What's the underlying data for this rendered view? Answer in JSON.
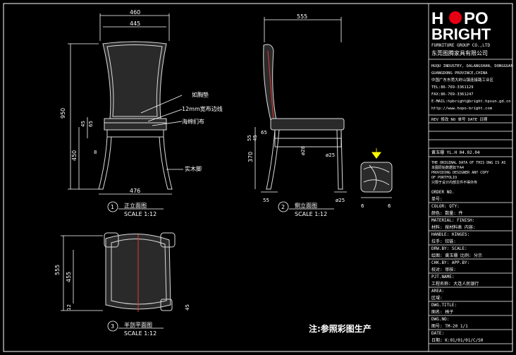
{
  "brand": {
    "logo_part1": "H",
    "logo_part2": "PO",
    "logo_line2": "BRIGHT",
    "company_en": "FURNITURE GROUP CO.,LTD",
    "company_cn": "东莞图腾家具有限公司",
    "logo_red": "#e60012",
    "address_lines": [
      "HUQU INDUSTRY, DALANGSHAN, DONGGUAN",
      "GUANGDONG PROVINCE,CHINA",
      "中国广东东莞大岭山镇连接路工业区",
      "TEL:86-769-3361129",
      "FAX:86-769-3361247",
      "E-MAIL:hpbright@bright.hpsun.gd.cn",
      "http://www.hopo-bright.com"
    ]
  },
  "revision": {
    "header": "REV 修改  NO 单号  DATE 日期"
  },
  "titleblock": {
    "designer_row": "黄玉珊    YL.H    04.02.04",
    "note_en": [
      "THE ORIGINAL DATA OF THIS DWG IS AS",
      "本图原始数据如下A4",
      "PROVIDING DESIGNER ANY COPY",
      "OF PORTFOLIO",
      "只限于设计内部文件不得外传"
    ],
    "rows": [
      "ORDER NO.",
      "单号:",
      "COLOR:        QTY:",
      "颜色:         数量:    件",
      "MATERIAL:     FINISH:",
      "材料: 按材料表  内容:",
      "HANDLE:       HINGES:",
      "拉手:         铰链:",
      "DRW.BY:       SCALE:",
      "绘图: 黄玉珊   比例:  分示",
      "CHK.BY:       APP.BY:",
      "校对:         审核:",
      "PJT.NAME:",
      "工程名称:  大连人民银行",
      "AREA:",
      "区域:",
      "DWG.TITLE:",
      "图名:         椅子",
      "DWG.NO:",
      "图号:  TM-20       1/1",
      "DATE:",
      "日期:  K:01/01/01/C/S0"
    ]
  },
  "front_view": {
    "dims": {
      "width_top_outer": "460",
      "width_top_inner": "445",
      "width_bottom": "476",
      "height_total": "950",
      "height_seat": "450",
      "cushion_a": "45",
      "cushion_b": "65",
      "leg_gap": "8"
    },
    "annotations": {
      "a1": "如胸垫",
      "a2": "12mm宽布边线",
      "a3": "海绵扪布",
      "a4": "实木脚"
    },
    "label_num": "1",
    "label_title": "正立面图",
    "label_scale": "SCALE 1:12"
  },
  "side_view": {
    "dims": {
      "depth": "555",
      "seat_height": "370",
      "cushion_a": "55",
      "cushion_b": "45",
      "cushion_c": "65",
      "leg_front": "ø25",
      "leg_back": "ø28",
      "foot_a": "55",
      "foot_b": "ø25",
      "leg_detail_a": "6",
      "leg_detail_b": "6"
    },
    "label_num": "2",
    "label_title": "侧立面图",
    "label_scale": "SCALE 1:12"
  },
  "plan_view": {
    "dims": {
      "depth": "555",
      "seat_depth": "455",
      "edge_a": "12",
      "edge_b": "45"
    },
    "label_num": "3",
    "label_title": "半剖平面图",
    "label_scale": "SCALE 1:12"
  },
  "note": "注:参照彩图生产"
}
